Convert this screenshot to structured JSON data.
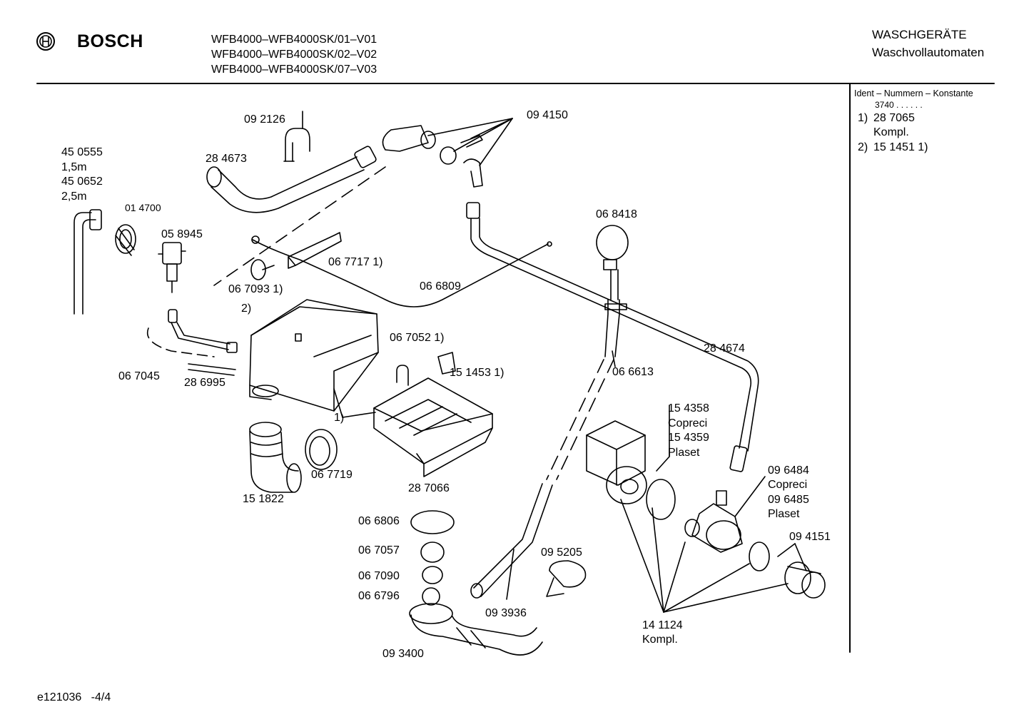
{
  "header": {
    "brand": "BOSCH",
    "models": [
      "WFB4000–WFB4000SK/01–V01",
      "WFB4000–WFB4000SK/02–V02",
      "WFB4000–WFB4000SK/07–V03"
    ],
    "category": "WASCHGERÄTE",
    "subcategory": "Waschvollautomaten"
  },
  "ident": {
    "heading": "Ident – Nummern – Konstante",
    "constant": "3740  . . . . . .",
    "rows": [
      {
        "key": "1)",
        "value": "28 7065"
      },
      {
        "key": "",
        "value": "Kompl."
      },
      {
        "key": "2)",
        "value": "15 1451 1)"
      }
    ]
  },
  "labels": {
    "p092126": "09 2126",
    "p094150": "09 4150",
    "p284673": "28 4673",
    "p450555": "45 0555",
    "len15": "1,5m",
    "p450652": "45 0652",
    "len25": "2,5m",
    "p014700": "01 4700",
    "p058945": "05 8945",
    "p068418": "06 8418",
    "p0677171": "06 7717 1)",
    "p0670931": "06 7093 1)",
    "p066809": "06 6809",
    "note2": "2)",
    "p0670521": "06 7052 1)",
    "p1514531": "15 1453 1)",
    "p284674": "28 4674",
    "p066613": "06 6613",
    "p067045": "06 7045",
    "p286995": "28 6995",
    "note1": "1)",
    "p154358": "15 4358",
    "copreci1": "Copreci",
    "p154359": "15 4359",
    "plaset1": "Plaset",
    "p067719": "06 7719",
    "p151822": "15 1822",
    "p287066": "28 7066",
    "p096484": "09 6484",
    "copreci2": "Copreci",
    "p096485": "09 6485",
    "plaset2": "Plaset",
    "p066806": "06 6806",
    "p067057": "06 7057",
    "p067090": "06 7090",
    "p066796": "06 6796",
    "p095205": "09 5205",
    "p094151": "09 4151",
    "p093936": "09 3936",
    "p093400": "09 3400",
    "p141124": "14 1124",
    "kompl": "Kompl."
  },
  "footer": {
    "code": "e121036",
    "page": "-4/4"
  }
}
